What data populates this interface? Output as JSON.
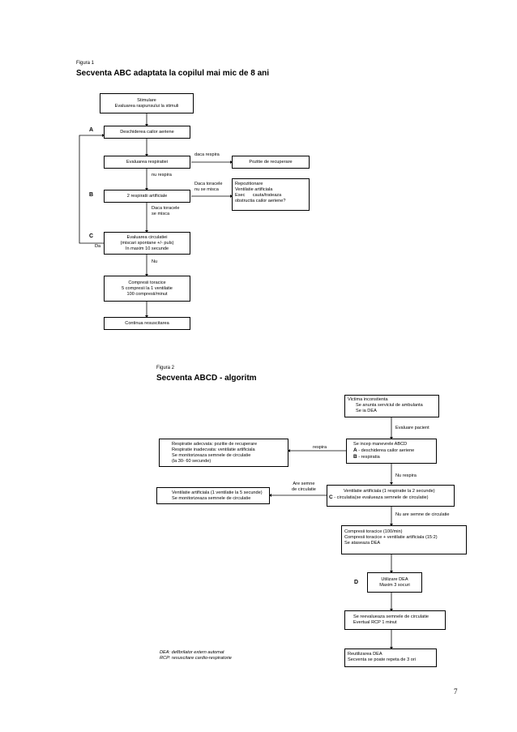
{
  "figure1": {
    "label": "Figura 1",
    "title": "Secventa ABC adaptata la copilul mai mic de 8 ani",
    "boxes": {
      "stimulare": [
        "Stimulare",
        "Evaluarea raspunsului la stimuli"
      ],
      "deschiderea": "Deschiderea cailor aeriene",
      "evaluarea_respiratiei": "Evaluarea respiratiei",
      "pozitie": "Pozitie de recuperare",
      "respiratii": "2 respiratii artificiale",
      "repozitionare": [
        "Repozitionare",
        "Ventilatie artificiala",
        "Esec      cauta/trateaza",
        "obstructia cailor aeriene?"
      ],
      "evaluarea_circulatiei": [
        "Evaluarea circulatiei",
        "(miscari spontane +/- puls)",
        "In maxim 10 secunde"
      ],
      "compresii": [
        "Compresii toracice",
        "5 compresii la 1 ventilatie",
        "100 compresii/minut"
      ],
      "continua": "Continua resuscitarea"
    },
    "labels": {
      "daca_respira": "daca respira",
      "nu_respira": "nu respira",
      "daca_toracele_nu": [
        "Daca toracele",
        "nu se misca"
      ],
      "daca_toracele_se": [
        "Daca toracele",
        "se misca"
      ],
      "nu": "Nu",
      "da": "Da",
      "A": "A",
      "B": "B",
      "C": "C"
    }
  },
  "figure2": {
    "label": "Figura 2",
    "title": "Secventa ABCD - algoritm",
    "boxes": {
      "victima": [
        "Victima inconstienta",
        "Se anunta serviciul de ambulanta",
        "Se ia DEA"
      ],
      "respiratie": [
        "Respiratie adecvata: pozitie de recuperare",
        "Respiratie inadecvata: ventilatie artificiala",
        "Se monitorizeaza semnele de circulatie",
        "(la 30- 60 secunde)"
      ],
      "manevre_title": "Se incep manevrele ABCD",
      "manevre_A_letter": "A",
      "manevre_A_text": " - deschiderea cailor aeriene",
      "manevre_B_letter": "B",
      "manevre_B_text": " - respiratia",
      "ventilatie_left": [
        "Ventilatie artificiala (1 ventilatie la 5 secunde)",
        "Se monitorizeaza semnele de circulatie"
      ],
      "ventilatie_right_1": "Ventilatie artificiala (1 respiratie la 2 secunde)",
      "ventilatie_right_C": "C",
      "ventilatie_right_2": " - circulatia(se evalueaza semnele  de circulatie)",
      "compresii": [
        "Compresii toracice (100/min)",
        "Compresii toracice + ventilatie artificiala (15:2)",
        "Se ataseaza DEA"
      ],
      "utilizare": [
        "Utilizare DEA",
        "Maxim 3 socuri"
      ],
      "reevalueaza": [
        "Se reevalueaza semnele de circulatie",
        "Evertual RCP  1 minut"
      ],
      "reutilizarea": [
        "Reutilizarea DEA",
        "Secventa se poate repeta de 3 ori"
      ]
    },
    "labels": {
      "evaluare_pacient": "Evaluare pacient",
      "respira": "respira",
      "nu_respira": "Nu respira",
      "are_semne": [
        "Are semne",
        "de circulatie"
      ],
      "nu_are_semne": "Nu are semne de circulatie",
      "D": "D"
    },
    "footnotes": [
      "DEA: defibrilator extern automat",
      "RCP: resuscitare cardio-respiratorie"
    ]
  },
  "page_number": "7"
}
